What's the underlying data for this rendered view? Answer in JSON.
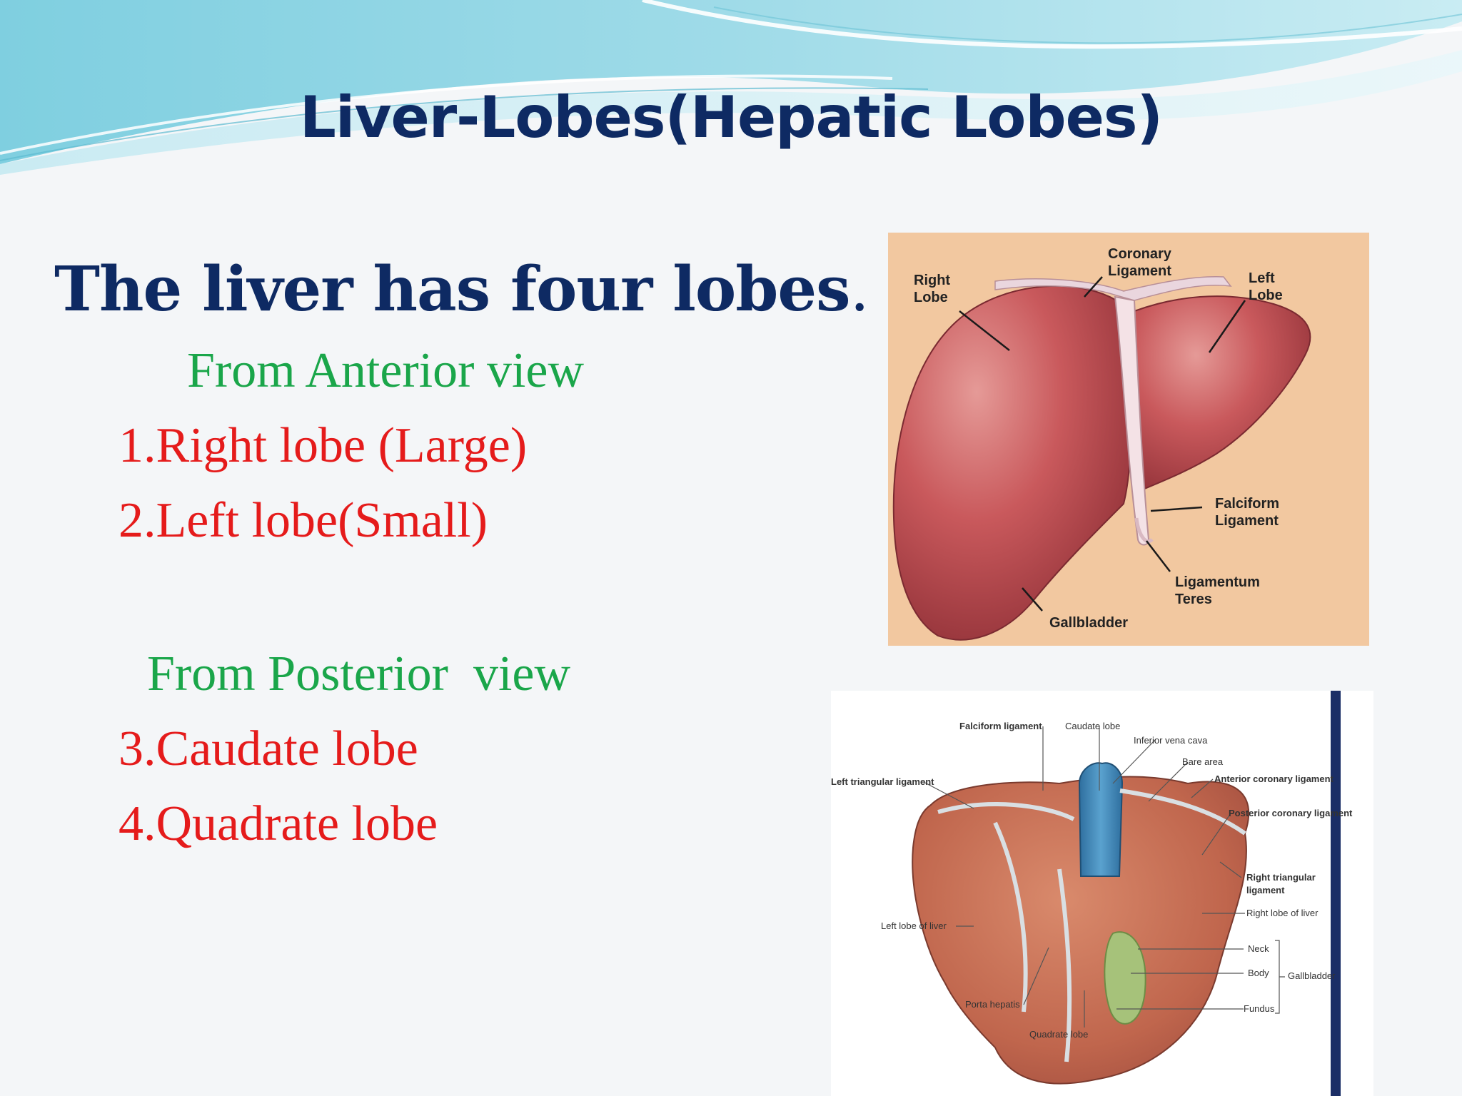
{
  "slide": {
    "title": "Liver-Lobes(Hepatic Lobes)",
    "headline": "The liver has four lobes",
    "headline_period": ".",
    "anterior_heading": "From Anterior view",
    "items_anterior": [
      "1.Right lobe (Large)",
      "2.Left lobe(Small)"
    ],
    "posterior_heading": "From Posterior  view",
    "items_posterior": [
      "3.Caudate lobe",
      "4.Quadrate lobe"
    ]
  },
  "figure_anterior": {
    "labels": {
      "right_lobe": [
        "Right",
        "Lobe"
      ],
      "coronary": [
        "Coronary",
        "Ligament"
      ],
      "left_lobe": [
        "Left",
        "Lobe"
      ],
      "falciform": [
        "Falciform",
        "Ligament"
      ],
      "teres": [
        "Ligamentum",
        "Teres"
      ],
      "gallbladder": "Gallbladder"
    }
  },
  "figure_posterior": {
    "labels": {
      "falciform_ligament": "Falciform ligament",
      "caudate_lobe": "Caudate lobe",
      "ivc": "Inferior vena cava",
      "bare_area": "Bare area",
      "anterior_coronary": "Anterior coronary ligament",
      "left_triangular": "Left triangular ligament",
      "posterior_coronary": "Posterior coronary ligament",
      "right_triangular": [
        "Right triangular",
        "ligament"
      ],
      "right_lobe": "Right lobe of liver",
      "left_lobe": "Left lobe of liver",
      "neck": "Neck",
      "body": "Body",
      "gallbladder": "Gallbladder",
      "fundus": "Fundus",
      "porta_hepatis": "Porta hepatis",
      "quadrate_lobe": "Quadrate lobe"
    }
  },
  "colors": {
    "title": "#0e2a63",
    "heading_green": "#1aa64a",
    "item_red": "#e51b1b",
    "liver": "#c24a4f",
    "liver_posterior": "#bd5a43",
    "gallbladder": "#9cc46a",
    "ivc": "#3f86b8"
  }
}
